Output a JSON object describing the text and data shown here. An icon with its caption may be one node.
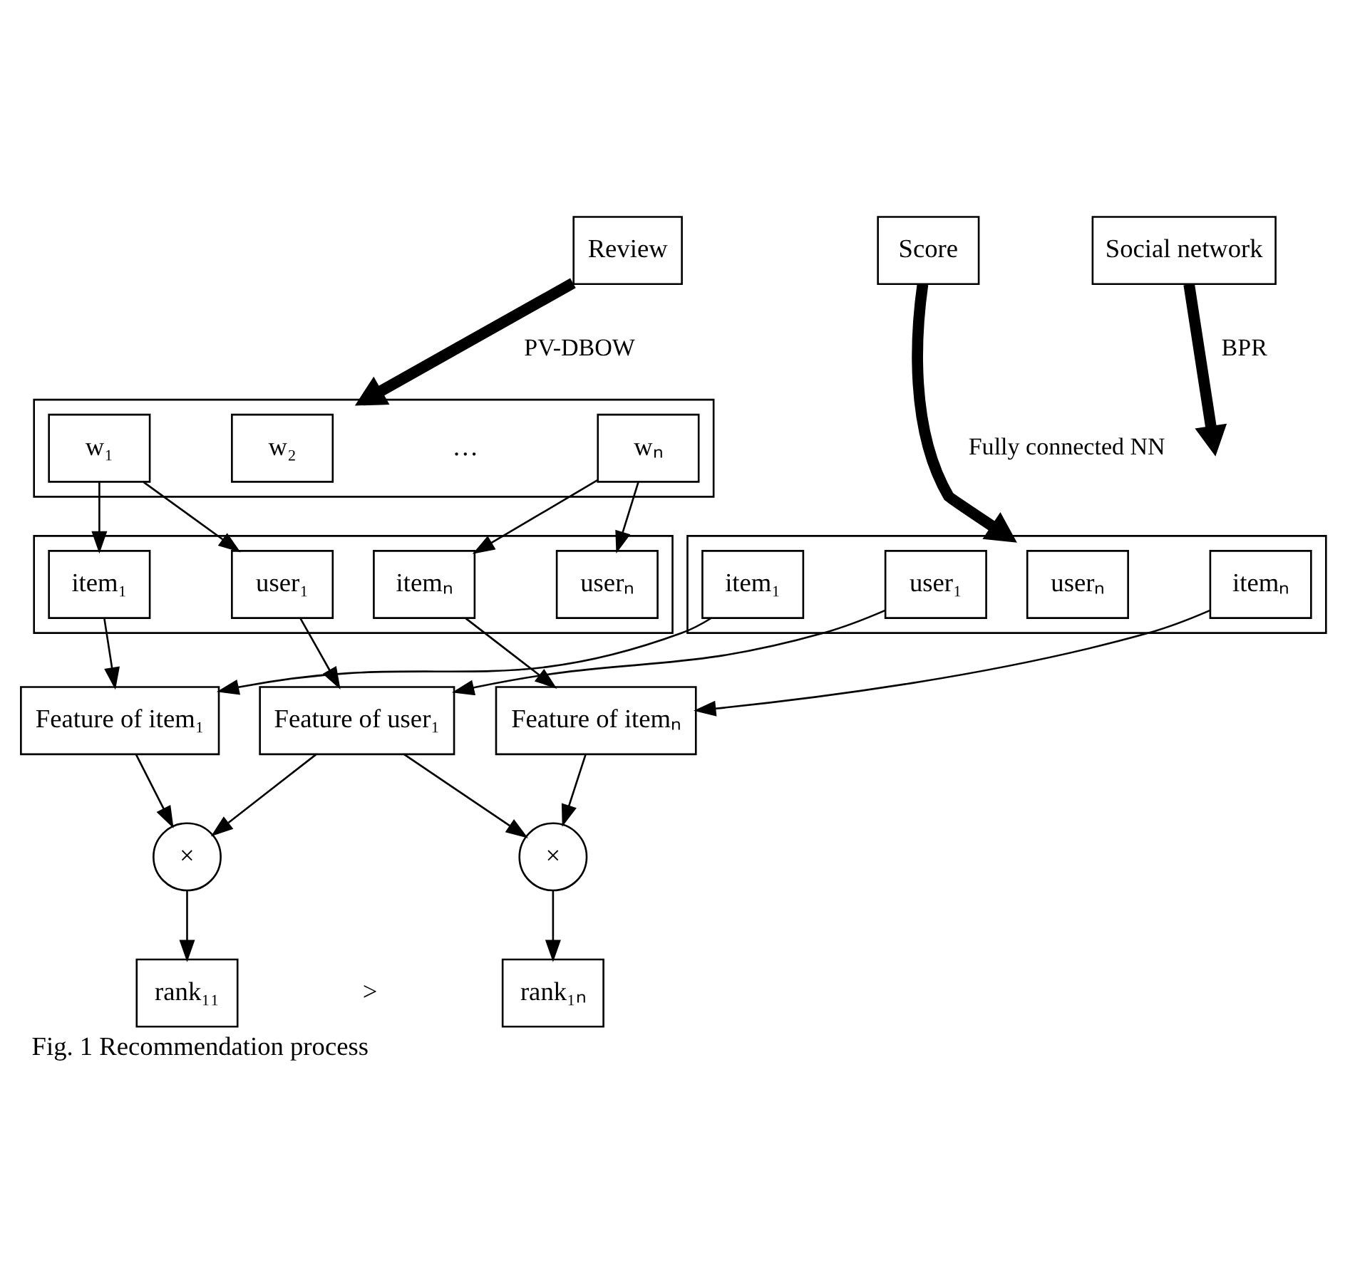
{
  "diagram": {
    "caption": "Fig. 1 Recommendation process",
    "nodes": [
      {
        "text": [
          "Review"
        ]
      },
      {
        "text": [
          "Score"
        ]
      },
      {
        "text": [],
        "shape": "box"
      },
      {
        "text": [
          "w₁"
        ],
        "in": 2
      },
      {
        "text": [
          "w₂"
        ],
        "in": 2
      },
      {
        "text": [
          "wₙ"
        ],
        "in": 2
      },
      {
        "text": [],
        "shape": "box"
      },
      {
        "text": [
          "user₁"
        ],
        "in": 6
      },
      {
        "text": [
          "item₁"
        ],
        "in": 6
      },
      {
        "text": [
          "userₙ"
        ],
        "in": 6
      },
      {
        "text": [
          "itemₙ"
        ],
        "in": 6
      },
      {
        "text": [
          "Social network"
        ]
      },
      {
        "text": [],
        "shape": "box"
      },
      {
        "text": [
          "user₁"
        ],
        "in": 12
      },
      {
        "text": [
          "item₁"
        ],
        "in": 12
      },
      {
        "text": [
          "userₙ"
        ],
        "in": 12
      },
      {
        "text": [
          "itemₙ"
        ],
        "in": 12
      },
      {
        "text": [
          "Feature of item₁"
        ]
      },
      {
        "text": [
          "Feature of user₁"
        ]
      },
      {
        "text": [
          "Feature of itemₙ"
        ]
      },
      {
        "text": [
          "×"
        ]
      },
      {
        "text": [
          "×"
        ]
      },
      {
        "text": [
          "rank₁₁"
        ]
      },
      {
        "text": [
          "rank₁ₙ"
        ]
      }
    ],
    "edges": [
      {
        "from": 0,
        "to": 2,
        "arrow": "to",
        "label": "PV-DBOW",
        "style": "thick"
      },
      {
        "from": 1,
        "to": 12,
        "arrow": "to",
        "label": "Fully connected NN",
        "style": "thick"
      },
      {
        "from": 11,
        "to": null,
        "arrow": "to",
        "label": "BPR",
        "style": "thick"
      },
      {
        "from": 3,
        "to": 7,
        "arrow": "to"
      },
      {
        "from": 3,
        "to": 8,
        "arrow": "to"
      },
      {
        "from": 5,
        "to": 9,
        "arrow": "to"
      },
      {
        "from": 5,
        "to": 10,
        "arrow": "to"
      },
      {
        "from": 7,
        "to": 18,
        "arrow": "to"
      },
      {
        "from": 8,
        "to": 17,
        "arrow": "to"
      },
      {
        "from": 10,
        "to": 19,
        "arrow": "to"
      },
      {
        "from": 13,
        "to": 18,
        "arrow": "to"
      },
      {
        "from": 14,
        "to": 17,
        "arrow": "to"
      },
      {
        "from": 16,
        "to": 19,
        "arrow": "to"
      },
      {
        "from": 17,
        "to": 20,
        "arrow": "to"
      },
      {
        "from": 18,
        "to": 20,
        "arrow": "to"
      },
      {
        "from": 18,
        "to": 21,
        "arrow": "to"
      },
      {
        "from": 19,
        "to": 21,
        "arrow": "to"
      },
      {
        "from": 20,
        "to": 22,
        "arrow": "to"
      },
      {
        "from": 21,
        "to": 23,
        "arrow": "to"
      }
    ],
    "labels": [
      "…",
      ">"
    ]
  }
}
